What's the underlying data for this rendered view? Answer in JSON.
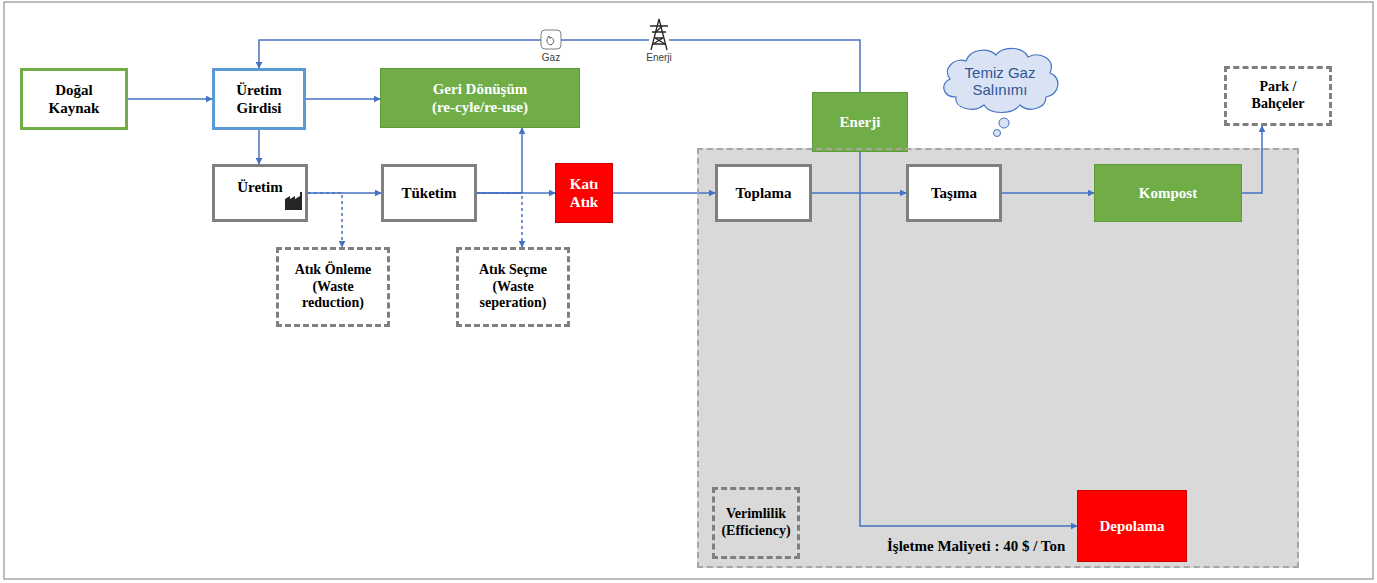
{
  "diagram": {
    "nodes": [
      {
        "text": [
          "Doğal Kaynak"
        ]
      },
      {
        "text": [
          "Üretim Girdisi"
        ]
      },
      {
        "text": [
          "Geri Dönüşüm",
          "(re-cyle/re-use)"
        ]
      },
      {
        "text": [
          "Enerji"
        ]
      },
      {
        "text": [
          "Temiz Gaz Salınımı"
        ]
      },
      {
        "text": [
          "Park / Bahçeler"
        ]
      },
      {
        "text": [
          "Üretim"
        ]
      },
      {
        "text": [
          "Tüketim"
        ]
      },
      {
        "text": [
          "Katı Atık"
        ]
      },
      {
        "text": [
          "İşletme Maliyeti : 40 $ / Ton"
        ]
      },
      {
        "text": [
          "Toplama"
        ],
        "in": 9
      },
      {
        "text": [
          "Taşıma"
        ],
        "in": 9
      },
      {
        "text": [
          "Kompost"
        ],
        "in": 9
      },
      {
        "text": [
          "Atık Önleme",
          "(Waste reduction)"
        ]
      },
      {
        "text": [
          "Atık Seçme",
          "(Waste seperation)"
        ]
      },
      {
        "text": [
          "Verimlilik",
          "(Efficiency)"
        ],
        "in": 9
      },
      {
        "text": [
          "Depolama"
        ],
        "in": 9
      }
    ],
    "edges": [
      {
        "from": 0,
        "to": 1,
        "arrow": "to"
      },
      {
        "from": 1,
        "to": 2,
        "arrow": "to"
      },
      {
        "from": 1,
        "to": 6,
        "arrow": "to"
      },
      {
        "from": 6,
        "to": 7,
        "arrow": "to"
      },
      {
        "from": 7,
        "to": 8,
        "arrow": "to"
      },
      {
        "from": 7,
        "to": 2,
        "arrow": "to"
      },
      {
        "from": 6,
        "to": 13,
        "arrow": "to"
      },
      {
        "from": 7,
        "to": 14,
        "arrow": "to"
      },
      {
        "from": 8,
        "to": 10,
        "arrow": "to"
      },
      {
        "from": 10,
        "to": 11,
        "arrow": "to"
      },
      {
        "from": 11,
        "to": 12,
        "arrow": "to"
      },
      {
        "from": 12,
        "to": 5,
        "arrow": "to"
      },
      {
        "from": 3,
        "to": 1,
        "arrow": "to"
      },
      {
        "from": 3,
        "to": 16,
        "arrow": "to"
      }
    ],
    "labels": [
      "Gaz",
      "Enerji"
    ]
  }
}
